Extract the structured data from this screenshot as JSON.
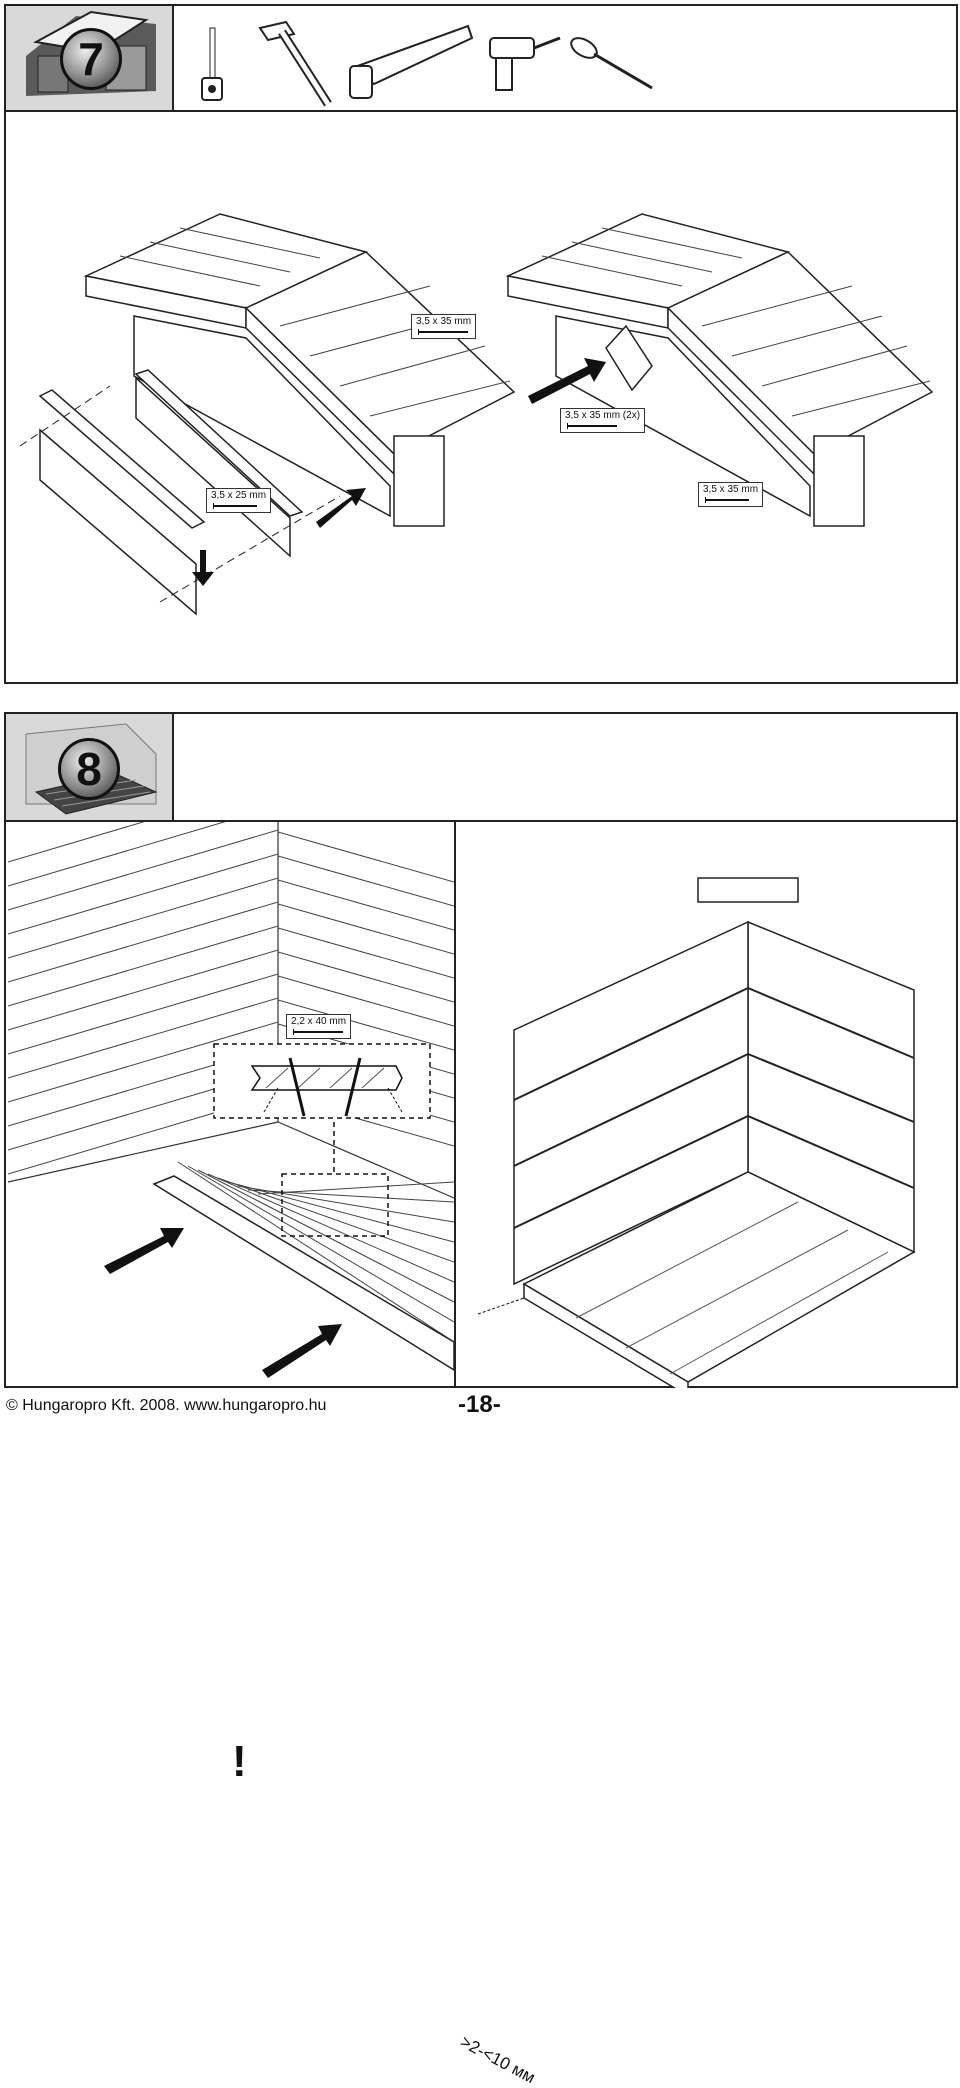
{
  "step7": {
    "number": "7",
    "labels": {
      "screw_top": "3,5 x 35 mm",
      "screw_2x": "3,5 x 35 mm (2x)",
      "screw_left": "3,5 x 25 mm",
      "screw_right": "3,5 x 35 mm"
    },
    "tools": [
      "measuring-tape-icon",
      "hammer-icon",
      "saw-icon",
      "drill-icon",
      "screwdriver-icon"
    ]
  },
  "step8": {
    "number": "8",
    "nail_label": "2,2 x 40 mm",
    "warning": "!",
    "gap_label": ">2-<10 мм"
  },
  "footer": {
    "copyright": "© Hungaropro Kft. 2008. www.hungaropro.hu",
    "page": "-18-"
  },
  "colors": {
    "line": "#222222",
    "thumb_bg": "#d9d9d9"
  }
}
